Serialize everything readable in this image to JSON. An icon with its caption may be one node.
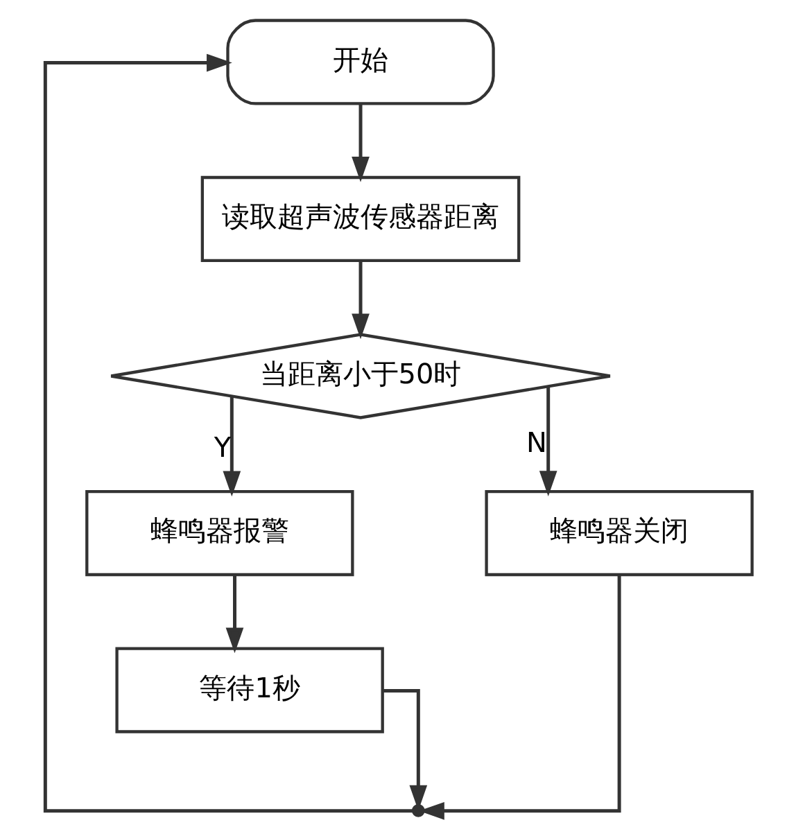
{
  "diagram": {
    "nodes": [
      {
        "text": [
          "开始"
        ]
      },
      {
        "text": [
          "读取超声波传感器距离"
        ]
      },
      {
        "text": [
          "当距离小于50时"
        ]
      },
      {
        "text": [
          "蜂鸣器报警"
        ]
      },
      {
        "text": [
          "蜂鸣器关闭"
        ]
      },
      {
        "text": [
          "等待1秒"
        ]
      },
      {
        "text": [],
        "shape": "point"
      }
    ],
    "edges": [
      {
        "from": 0,
        "to": 1,
        "arrow": "to"
      },
      {
        "from": 1,
        "to": 2,
        "arrow": "to"
      },
      {
        "from": 2,
        "to": 3,
        "arrow": "to",
        "label": "Y"
      },
      {
        "from": 2,
        "to": 4,
        "arrow": "to",
        "label": "N"
      },
      {
        "from": 3,
        "to": 5,
        "arrow": "to"
      },
      {
        "from": 5,
        "to": 6,
        "arrow": "to"
      },
      {
        "from": 4,
        "to": 6,
        "arrow": "to"
      },
      {
        "from": 6,
        "to": 0,
        "arrow": "to"
      }
    ]
  }
}
